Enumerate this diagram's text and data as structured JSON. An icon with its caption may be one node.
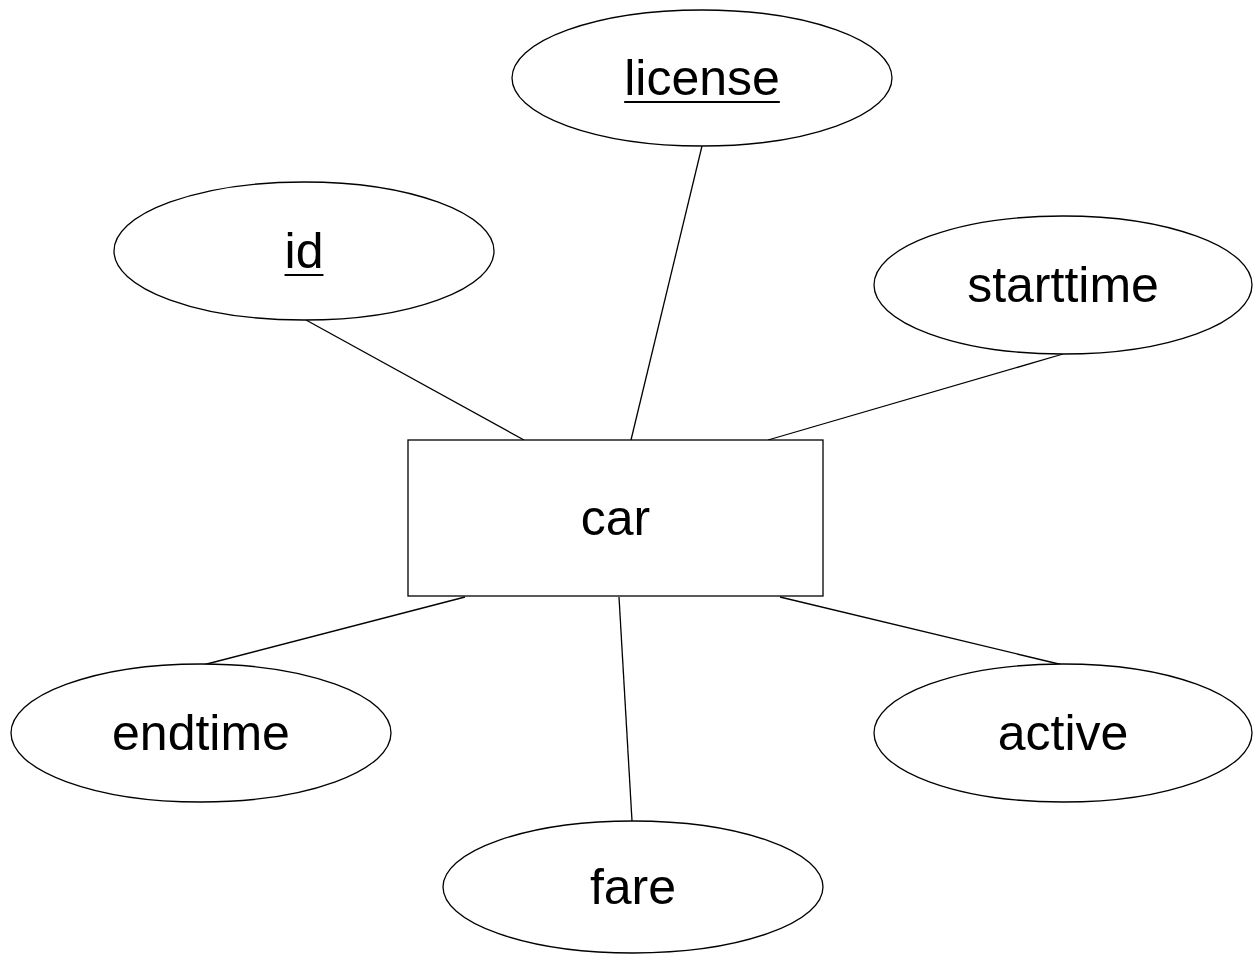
{
  "diagram": {
    "nodes": [
      {
        "text": [
          "license"
        ]
      },
      {
        "text": [
          "id"
        ]
      },
      {
        "text": [
          "starttime"
        ]
      },
      {
        "text": [
          "car"
        ]
      },
      {
        "text": [
          "endtime"
        ]
      },
      {
        "text": [
          "active"
        ]
      },
      {
        "text": [
          "fare"
        ]
      }
    ],
    "edges": [
      {
        "from": 3,
        "to": 0,
        "arrow": "none"
      },
      {
        "from": 3,
        "to": 1,
        "arrow": "none"
      },
      {
        "from": 3,
        "to": 2,
        "arrow": "none"
      },
      {
        "from": 3,
        "to": 4,
        "arrow": "none"
      },
      {
        "from": 3,
        "to": 5,
        "arrow": "none"
      },
      {
        "from": 3,
        "to": 6,
        "arrow": "none"
      }
    ]
  }
}
